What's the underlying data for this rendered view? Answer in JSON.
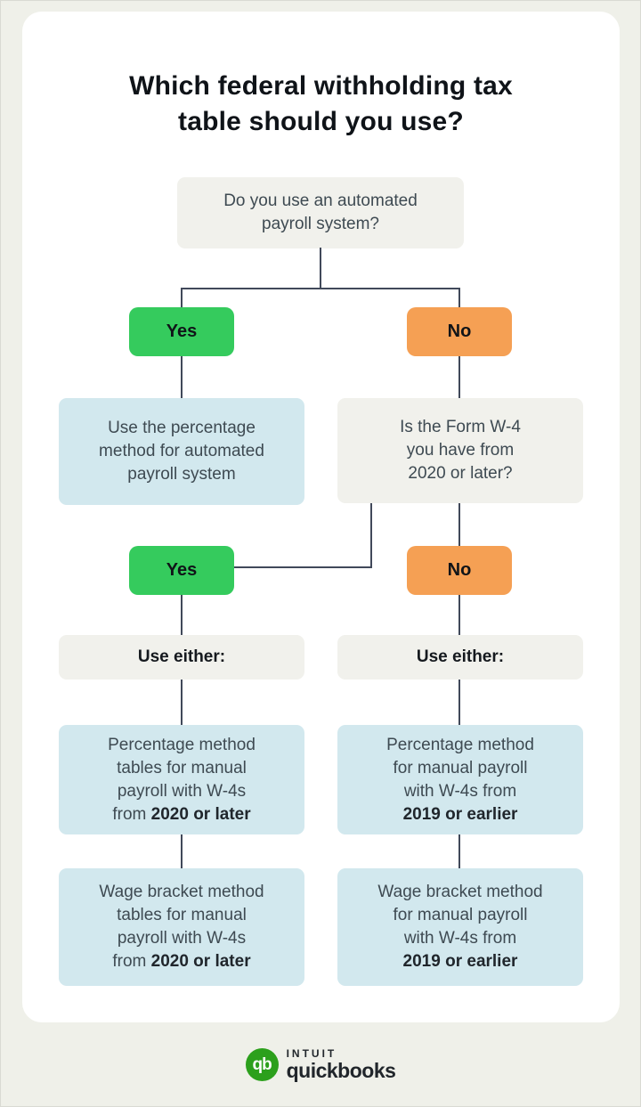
{
  "title": "Which federal withholding tax\ntable should you use?",
  "colors": {
    "bg": "#eff0e9",
    "card": "#ffffff",
    "box-gray": "#f1f1ec",
    "box-blue": "#d2e8ee",
    "green": "#35cb5d",
    "orange": "#f5a054",
    "line": "#41495a",
    "text-body": "#3e4a52",
    "text-dark": "#15191e",
    "brand-green": "#2ca01c"
  },
  "flow": {
    "question1": "Do you use an automated\npayroll system?",
    "yes1": "Yes",
    "no1": "No",
    "automated_result": "Use the percentage\nmethod for automated\npayroll system",
    "question2": "Is the Form W-4\nyou have from\n2020 or later?",
    "yes2": "Yes",
    "no2": "No",
    "use_either_left": "Use either:",
    "use_either_right": "Use either:",
    "percentage_left": {
      "text": "Percentage method\ntables for manual\npayroll with W-4s\nfrom ",
      "bold": "2020 or later"
    },
    "percentage_right": {
      "text": "Percentage method\nfor manual payroll\nwith W-4s from\n",
      "bold": "2019 or earlier"
    },
    "wage_left": {
      "text": "Wage bracket method\ntables for manual\npayroll with W-4s\nfrom ",
      "bold": "2020 or later"
    },
    "wage_right": {
      "text": "Wage bracket method\nfor manual payroll\nwith W-4s from\n",
      "bold": "2019 or earlier"
    }
  },
  "logo": {
    "mark": "qb",
    "intuit": "INTUIT",
    "quickbooks": "quickbooks"
  }
}
